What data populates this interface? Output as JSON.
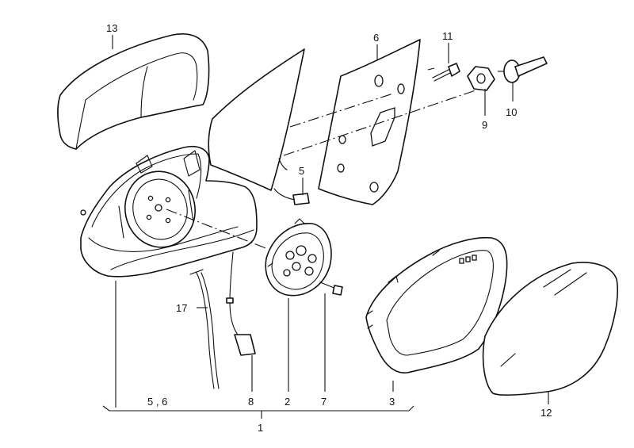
{
  "callouts": {
    "c13": "13",
    "c6": "6",
    "c11": "11",
    "c9": "9",
    "c10": "10",
    "c5": "5",
    "c17": "17",
    "c8": "8",
    "c2": "2",
    "c7": "7",
    "c3": "3",
    "c12": "12",
    "c56": "5 , 6",
    "c1": "1"
  }
}
